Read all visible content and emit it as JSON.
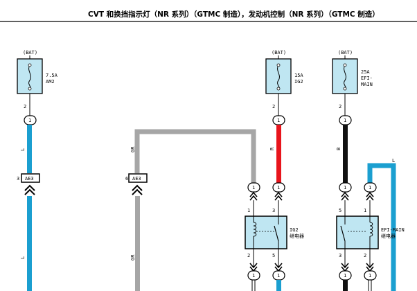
{
  "header": {
    "title": "CVT 和换挡指示灯（NR 系列）（GTMC 制造），发动机控制（NR 系列）（GTMC 制造）"
  },
  "fuses": {
    "am2": {
      "source": "(BAT)",
      "rating": "7.5A",
      "name": "AM2",
      "pin": "2"
    },
    "ig2": {
      "source": "(BAT)",
      "rating": "15A",
      "name": "IG2",
      "pin": "2"
    },
    "efi": {
      "source": "(BAT)",
      "rating": "25A",
      "name_line1": "EFI-",
      "name_line2": "MAIN",
      "pin": "2"
    }
  },
  "connectors": {
    "ae3_left": {
      "pin": "3",
      "label": "AE3"
    },
    "ae3_mid": {
      "pin": "6",
      "label": "AE3"
    },
    "circle_label": "1"
  },
  "wires": {
    "l": "L",
    "gr": "GR",
    "r": "R",
    "b": "B"
  },
  "relays": {
    "ig2": {
      "name_line1": "IG2",
      "name_line2": "继电器",
      "pin_tl": "1",
      "pin_tr": "3",
      "pin_bl": "2",
      "pin_br": "5"
    },
    "efi": {
      "name_line1": "EFI-MAIN",
      "name_line2": "继电器",
      "pin_tl": "5",
      "pin_tr": "1",
      "pin_bl": "3",
      "pin_br": "2"
    }
  },
  "colors": {
    "wire_l": "#1b9fd0",
    "wire_gr": "#a6a6a6",
    "wire_r": "#e8141c",
    "wire_b": "#111111",
    "component_fill": "#bfe6f2"
  }
}
